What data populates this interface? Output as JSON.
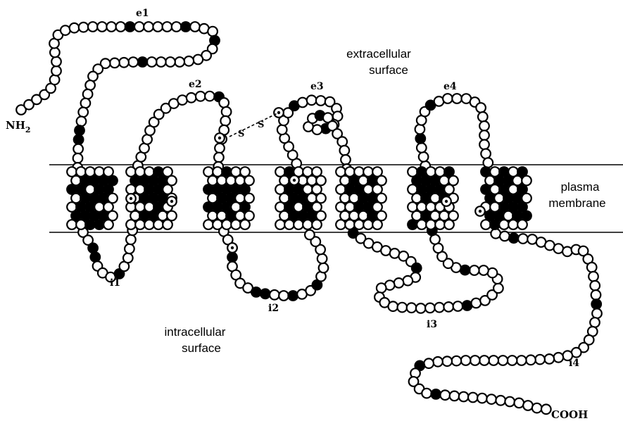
{
  "diagram": {
    "terminal_n": "NH",
    "terminal_n_sub": "2",
    "terminal_c": "COOH",
    "extracellular_loops": [
      "e1",
      "e2",
      "e3",
      "e4"
    ],
    "intracellular_loops": [
      "i1",
      "i2",
      "i3",
      "i4"
    ],
    "region_labels": {
      "extracellular_line1": "extracellular",
      "extracellular_line2": "surface",
      "membrane_line1": "plasma",
      "membrane_line2": "membrane",
      "intracellular_line1": "intracellular",
      "intracellular_line2": "surface"
    },
    "disulfide_label": "S",
    "disulfide_label_2": "S",
    "transmembrane_domain_count": 7
  },
  "colors": {
    "background": "#ffffff",
    "ink": "#000000"
  }
}
